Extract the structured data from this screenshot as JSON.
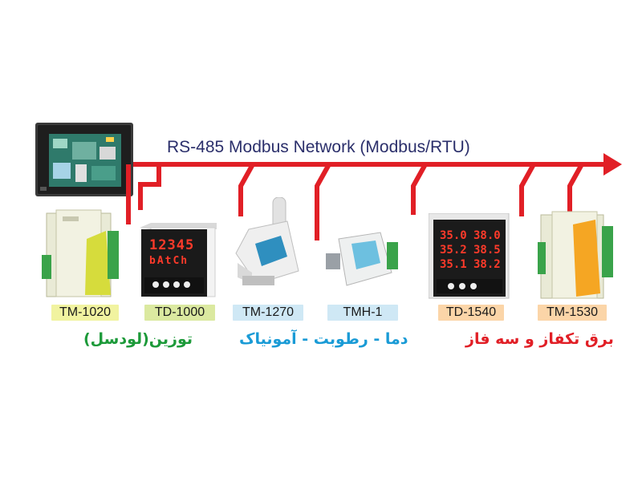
{
  "network": {
    "title": "RS-485 Modbus Network (Modbus/RTU)",
    "bus_color": "#e11f26"
  },
  "devices": [
    {
      "model": "TM-1020",
      "label_color": "#f1f3a0"
    },
    {
      "model": "TD-1000",
      "label_color": "#dbe9a0"
    },
    {
      "model": "TM-1270",
      "label_color": "#cfe8f5"
    },
    {
      "model": "TMH-1",
      "label_color": "#cfe8f5"
    },
    {
      "model": "TD-1540",
      "label_color": "#fbd5a8"
    },
    {
      "model": "TM-1530",
      "label_color": "#fbd5a8"
    }
  ],
  "captions": {
    "weighing": {
      "text": "توزین(لودسل)",
      "color": "#1d9a3a"
    },
    "climate": {
      "text": "دما - رطوبت - آمونیاک",
      "color": "#1a9bd6"
    },
    "power": {
      "text": "برق تکفاز و سه فاز",
      "color": "#e11f26"
    }
  },
  "displays": {
    "td1000_line1": "12345",
    "td1000_line2": "bAtCh",
    "td1540_rows": [
      "35.0",
      "38.0",
      "35.2",
      "38.5",
      "35.1",
      "38.2"
    ]
  }
}
